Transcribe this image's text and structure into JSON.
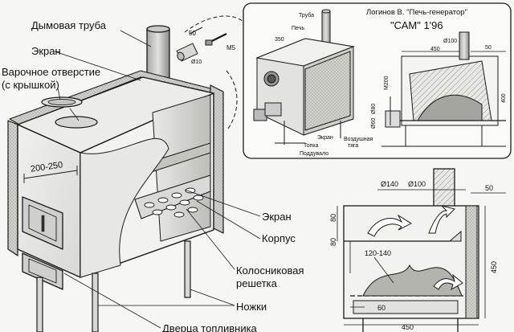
{
  "main_labels": {
    "chimney": "Дымовая труба",
    "screen_top": "Экран",
    "cooking_hole_line1": "Варочное отверстие",
    "cooking_hole_line2": "(с крышкой)",
    "width_dim": "200-250",
    "screen_right": "Экран",
    "body": "Корпус",
    "grate_line1": "Колосниковая",
    "grate_line2": "решетка",
    "legs": "Ножки",
    "firebox_door": "Дверца топливника"
  },
  "bolt_detail": {
    "dim_50": "50",
    "dim_10": "Ø10",
    "nut": "M5"
  },
  "inset": {
    "author": "Логинов В. \"Печь-генератор\"",
    "model": "\"САМ\" 1'96",
    "pipe": "Труба",
    "stove": "Печь",
    "dim_350": "350",
    "screen": "Экран",
    "firebox": "Топка",
    "ash_pan": "Поддувало",
    "air_draft_line1": "Воздушная",
    "air_draft_line2": "тяга",
    "d100": "Ø100",
    "dim_450": "450",
    "dim_50": "50",
    "m200": "M200",
    "dim_60": "Ø60",
    "dim_80": "Ø80",
    "dim_400": "400"
  },
  "section": {
    "d140": "Ø140",
    "d100": "Ø100",
    "dim_50": "50",
    "dim_80a": "80",
    "dim_80b": "80",
    "dim_120_140": "120-140",
    "dim_450_right": "450",
    "dim_60": "60",
    "dim_450_bottom": "450"
  },
  "colors": {
    "line": "#1a1a1a",
    "surface_light": "#e4e4e0",
    "surface_mid": "#c9c9c4",
    "surface_dark": "#9e9e98",
    "background": "#f6f6f3"
  }
}
